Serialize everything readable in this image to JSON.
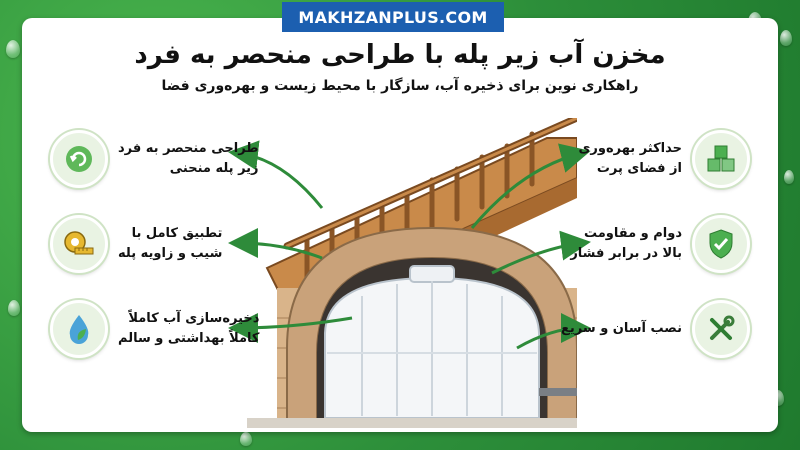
{
  "brand": {
    "text": "MAKHZANPLUS.COM"
  },
  "header": {
    "title": "مخزن آب زیر پله با طراحی منحصر به فرد",
    "subtitle": "راهکاری نوین برای ذخیره آب، سازگار با محیط زیست و بهره‌وری فضا"
  },
  "features_left": [
    {
      "line1": "طراحی منحصر به فرد",
      "line2": "زیر پله منحنی",
      "icon": "refresh-cycle-icon"
    },
    {
      "line1": "تطبیق کامل با",
      "line2": "شیب و زاویه پله",
      "icon": "measuring-tape-icon"
    },
    {
      "line1": "ذخیره‌سازی آب کاملاً",
      "line2": "کاملاً بهداشتی و سالم",
      "icon": "water-drop-leaf-icon"
    }
  ],
  "features_right": [
    {
      "line1": "حداکثر بهره‌وری",
      "line2": "از فضای پرت",
      "icon": "cubes-icon"
    },
    {
      "line1": "دوام و مقاومت",
      "line2": "بالا در برابر فشار",
      "icon": "shield-check-icon"
    },
    {
      "line1": "نصب آسان و سریع",
      "line2": "",
      "icon": "tools-icon"
    }
  ],
  "colors": {
    "frame": "#2d8f3a",
    "brand_bg": "#1c5fb0",
    "arrow": "#2e8b3a",
    "icon_bg": "#e9f3e3",
    "wood": "#b8743a",
    "stone": "#c9a27a"
  }
}
